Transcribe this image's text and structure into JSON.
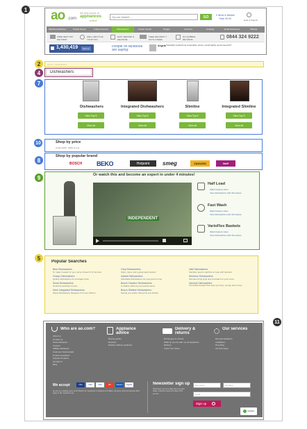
{
  "header": {
    "logo": "ao",
    "logo_suffix": ".com",
    "tagline_top": "the new source of",
    "tagline_mid": "appliances",
    "tagline_bot": "online",
    "search_placeholder": "try our search...",
    "go": "GO",
    "basket_label": "0 items in Basket",
    "basket_total": "Total: £0.00",
    "help_label": "Help & Support"
  },
  "nav": [
    "Washing Machines",
    "Tumble Dryers",
    "Fridge Freezers",
    "Dishwashers",
    "Cooker Hoods",
    "Fridges",
    "Freezers",
    "Cooking",
    "Small Appliances",
    "Brands"
  ],
  "usp": [
    "FREE NEXT DAY DELIVERY",
    "WE'LL RECYCLE YOUR OLD",
    "EASY REFUND & HELPLINE",
    "FREE DELIVERY 7 DAYS A WEEK",
    "NO QUIBBLE RETURNS"
  ],
  "phone": "0844 324 9222",
  "social": {
    "count": "1,430,419",
    "like": "Like us",
    "people_text": "People on facebook are saying:",
    "quote_name": "Angela",
    "quote": "\"Fantastic products at competitive prices, would highly recommend AO\""
  },
  "breadcrumb": "Home > Dishwashers",
  "page_title": "Dishwashers",
  "categories": [
    {
      "name": "Dishwashers",
      "top": "View Top 5",
      "all": "View all"
    },
    {
      "name": "Integrated Dishwashers",
      "top": "View Top 5",
      "all": "View all"
    },
    {
      "name": "Slimline",
      "top": "View Top 5",
      "all": "View all"
    },
    {
      "name": "Integrated Slimline",
      "top": "View Top 5",
      "all": "View all"
    }
  ],
  "price": {
    "title": "Shop by price",
    "ranges": "Under £300 · £300 & over"
  },
  "brand": {
    "title": "Shop by popular brand",
    "brands": [
      "BOSCH",
      "BEKO",
      "Hotpoint",
      "smeg",
      "ZANUSSI",
      "Neff"
    ]
  },
  "video": {
    "title": "Or watch this and become an expert in under 4 minutes!",
    "badge": "INDEPENDENT",
    "features": [
      {
        "title": "Half Load",
        "l1": "Watch feature video",
        "l2": "View dishwashers with this feature"
      },
      {
        "title": "Fast Wash",
        "l1": "Watch feature video",
        "l2": "View dishwashers with this feature"
      },
      {
        "title": "VarioFlex Baskets",
        "l1": "Watch feature video",
        "l2": "View dishwashers with this feature"
      }
    ]
  },
  "popular": {
    "title": "Popular Searches",
    "columns": [
      [
        {
          "t": "Best Dishwashers",
          "d": "To make it easier for you, we've chosen 5 of the best"
        },
        {
          "t": "Cheap Dishwashers",
          "d": "Quality dishwashers for a bargain price"
        },
        {
          "t": "Small Dishwashers",
          "d": "Small but perfectly formed"
        },
        {
          "t": "Semi Integrated Dishwashers",
          "d": "Sleek dishwashers designed to fit your kitchen"
        }
      ],
      [
        {
          "t": "Grey Dishwashers",
          "d": "Style, colour and a great wash system"
        },
        {
          "t": "Instant Dishwashers",
          "d": "Affordable dishwashers for everyone's home"
        },
        {
          "t": "Bosch Classixx Dishwashers",
          "d": "A reliable efficiency and performance"
        },
        {
          "t": "Bosch Slimline Dishwashers",
          "d": "Saving you space, fitting into any kitchen"
        }
      ],
      [
        {
          "t": "Half Dishwashers",
          "d": "Families need a machine to cope with demand"
        },
        {
          "t": "Siemens Dishwashers",
          "d": "Siemens bring style and innovation to your home"
        },
        {
          "t": "Zanussi Dishwashers",
          "d": "Innovative designs that save you time, energy and money"
        }
      ]
    ]
  },
  "footer": {
    "cols": [
      {
        "title": "Who are ao.com?",
        "links": [
          "About us",
          "Contact us",
          "Press Releases",
          "Careers",
          "Affiliate Marketers",
          "Customer Testimonials",
          "Product Feedback",
          "Popular Products",
          "AO Merch",
          "Blog"
        ]
      },
      {
        "title": "Appliance advice",
        "links": [
          "Buying guides",
          "Reviews",
          "Display cabinet explained"
        ]
      },
      {
        "title": "Delivery & returns",
        "links": [
          "Exchanges & refunds",
          "What do you do with my old appliance",
          "Delivery",
          "Track Your Order"
        ]
      },
      {
        "title": "Our services",
        "links": [
          "Recycle Appliance",
          "Installation",
          "Recycling",
          "AO Gift Cards"
        ]
      }
    ],
    "accept": "We accept",
    "cards": [
      "VISA",
      "VISA",
      "VISA",
      "MC",
      "Maestro",
      "PayPal"
    ],
    "legal": "ao.com is a trading name of AO Retail Ltd, registered in England and Wales. All prices and promotional offers apply to UK mainland only.",
    "newsletter": {
      "title": "Newsletter sign up",
      "text": "We'll keep you up to date with our great deals, exclusive news and offers from ao.com",
      "first": "first name",
      "surname": "surname",
      "email": "email",
      "signup": "Sign up"
    },
    "badge": "Certified"
  },
  "annotations": [
    "1",
    "2",
    "4",
    "7",
    "10",
    "8",
    "9",
    "5",
    "11"
  ],
  "colors": {
    "green": "#7ab83a",
    "grey": "#6e6e6e",
    "blue": "#4a7bd6",
    "yellow": "#e8d23a",
    "purple": "#8b3a6b"
  }
}
